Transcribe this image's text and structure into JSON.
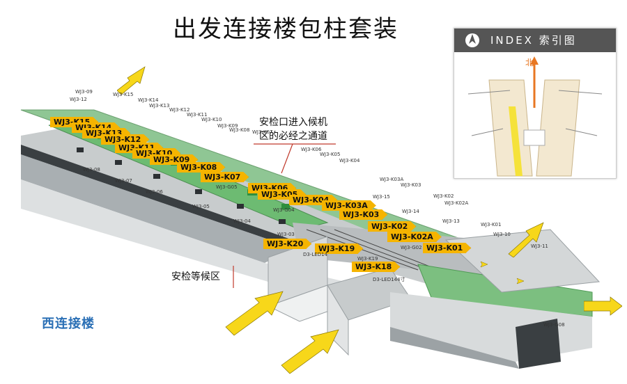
{
  "title": "出发连接楼包柱套装",
  "section_label": "西连接楼",
  "notes": {
    "channel": [
      "安检口进入候机",
      "区的必经之通道"
    ],
    "waiting": "安检等候区"
  },
  "index": {
    "title": "INDEX 索引图",
    "north": "北"
  },
  "tags": {
    "k15": "WJ3-K15",
    "k14": "WJ3-K14",
    "k13": "WJ3-K13",
    "k12": "WJ3-K12",
    "k11": "WJ3-K11",
    "k10": "WJ3-K10",
    "k09": "WJ3-K09",
    "k08": "WJ3-K08",
    "k07": "WJ3-K07",
    "k06": "WJ3-K06",
    "k05": "WJ3-K05",
    "k04": "WJ3-K04",
    "k03a": "WJ3-K03A",
    "k03": "WJ3-K03",
    "k02": "WJ3-K02",
    "k02a": "WJ3-K02A",
    "k01": "WJ3-K01",
    "k20": "WJ3-K20",
    "k19": "WJ3-K19",
    "k18": "WJ3-K18"
  },
  "small_labels": {
    "s1": "WJ3-09",
    "s2": "WJ3-12",
    "s3": "WJ3-K15",
    "s4": "WJ3-K14",
    "s5": "WJ3-K13",
    "s6": "WJ3-K12",
    "s7": "WJ3-K11",
    "s8": "WJ3-K10",
    "s9": "WJ3-K09",
    "s10": "WJ3-K08",
    "s11": "WJ3-K07",
    "s12": "WJ3-K06",
    "s13": "WJ3-K05",
    "s14": "WJ3-K04",
    "s15": "WJ3-K03A",
    "s16": "WJ3-K03",
    "s17": "WJ3-15",
    "s18": "WJ3-14",
    "s19": "WJ3-K02",
    "s20": "WJ3-K02A",
    "s21": "WJ3-13",
    "s22": "WJ3-K01",
    "s23": "WJ3-10",
    "s24": "WJ3-11",
    "s25": "WJ3-08",
    "s26": "WJ3-07",
    "s27": "WJ3-06",
    "s28": "WJ3-05",
    "s29": "WJ3-04",
    "s30": "WJ3-G05",
    "s31": "WJ3-G04",
    "s32": "WJ3-03",
    "s33": "WJ3-G02",
    "s34": "WJ3-G08",
    "s35": "D3-LED14",
    "s36": "WJ3-K19",
    "s37": "D3-LED144寸"
  },
  "colors": {
    "tag_yellow": "#f5b400",
    "arrow_yellow": "#f7d71a",
    "floor_green": "#5cab62",
    "section_blue": "#2a6fb5"
  }
}
